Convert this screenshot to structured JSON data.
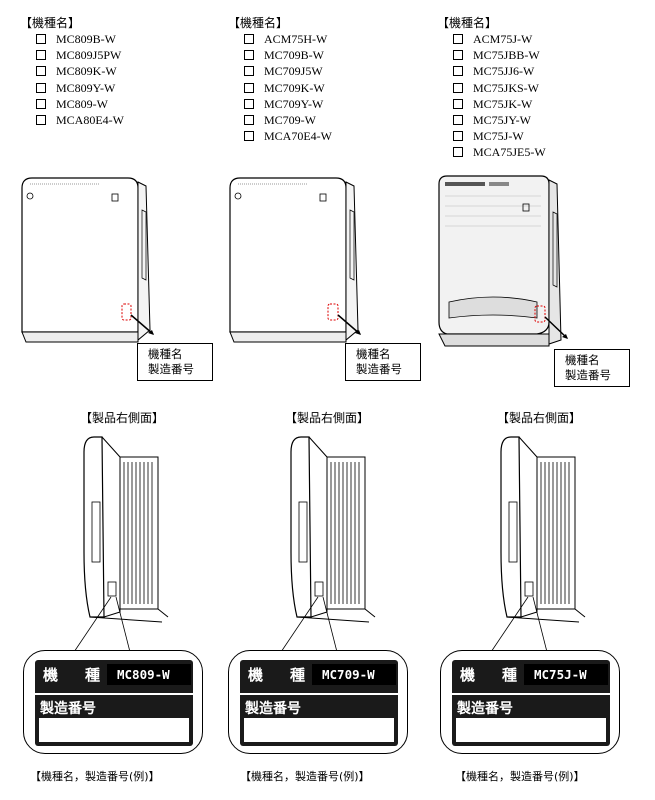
{
  "columns": [
    {
      "model_title": "【機種名】",
      "models": [
        "MC809B-W",
        "MC809J5PW",
        "MC809K-W",
        "MC809Y-W",
        "MC809-W",
        "MCA80E4-W"
      ],
      "callout_line1": "機種名",
      "callout_line2": "製造番号",
      "side_title": "【製品右側面】",
      "label": {
        "ki": "機",
        "shu": "種",
        "model": "MC809-W",
        "serial": "製造番号"
      },
      "caption": "【機種名，製造番号(例)】"
    },
    {
      "model_title": "【機種名】",
      "models": [
        "ACM75H-W",
        "MC709B-W",
        "MC709J5W",
        "MC709K-W",
        "MC709Y-W",
        "MC709-W",
        "MCA70E4-W"
      ],
      "callout_line1": "機種名",
      "callout_line2": "製造番号",
      "side_title": "【製品右側面】",
      "label": {
        "ki": "機",
        "shu": "種",
        "model": "MC709-W",
        "serial": "製造番号"
      },
      "caption": "【機種名，製造番号(例)】"
    },
    {
      "model_title": "【機種名】",
      "models": [
        "ACM75J-W",
        "MC75JBB-W",
        "MC75JJ6-W",
        "MC75JKS-W",
        "MC75JK-W",
        "MC75JY-W",
        "MC75J-W",
        "MCA75JE5-W"
      ],
      "callout_line1": "機種名",
      "callout_line2": "製造番号",
      "side_title": "【製品右側面】",
      "label": {
        "ki": "機",
        "shu": "種",
        "model": "MC75J-W",
        "serial": "製造番号"
      },
      "caption": "【機種名，製造番号(例)】"
    }
  ]
}
